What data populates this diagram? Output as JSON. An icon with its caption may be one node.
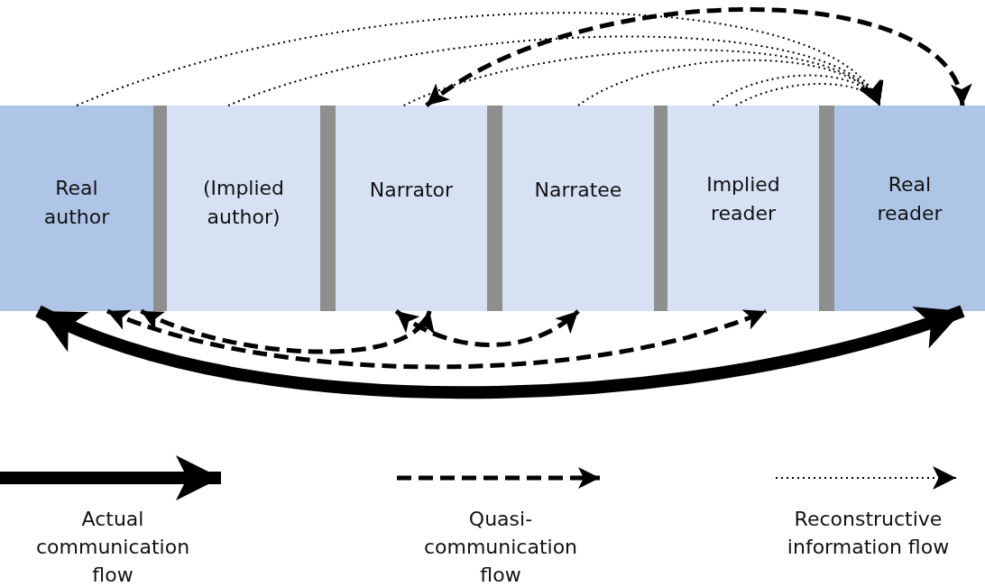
{
  "diagram": {
    "nodes": [
      {
        "text": [
          "Real author"
        ]
      },
      {
        "text": [
          "(Implied author)"
        ]
      },
      {
        "text": [
          "Narrator"
        ]
      },
      {
        "text": [
          "Narratee"
        ]
      },
      {
        "text": [
          "Implied reader"
        ]
      },
      {
        "text": [
          "Real reader"
        ]
      }
    ],
    "edges": [
      {
        "from": 0,
        "to": 5,
        "arrow": "both",
        "style": "thick"
      },
      {
        "from": 0,
        "to": 4,
        "arrow": "both",
        "style": "dashed"
      },
      {
        "from": 0,
        "to": 2,
        "arrow": "both",
        "style": "dashed"
      },
      {
        "from": 2,
        "to": 3,
        "arrow": "both",
        "style": "dashed"
      },
      {
        "from": 5,
        "to": 2,
        "arrow": "both",
        "style": "dashed"
      },
      {
        "from": 0,
        "to": 5,
        "arrow": "to",
        "style": "dashed"
      },
      {
        "from": 1,
        "to": 5,
        "arrow": "to",
        "style": "dashed"
      },
      {
        "from": 2,
        "to": 5,
        "arrow": "to",
        "style": "dashed"
      },
      {
        "from": 3,
        "to": 5,
        "arrow": "to",
        "style": "dashed"
      },
      {
        "from": 4,
        "to": 5,
        "arrow": "to",
        "style": "dashed"
      },
      {
        "from": 4,
        "to": 5,
        "arrow": "to",
        "style": "dashed"
      }
    ],
    "legend": [
      {
        "text": "Actual communication flow"
      },
      {
        "text": "Quasi-communication flow"
      },
      {
        "text": "Reconstructive information flow"
      }
    ]
  }
}
